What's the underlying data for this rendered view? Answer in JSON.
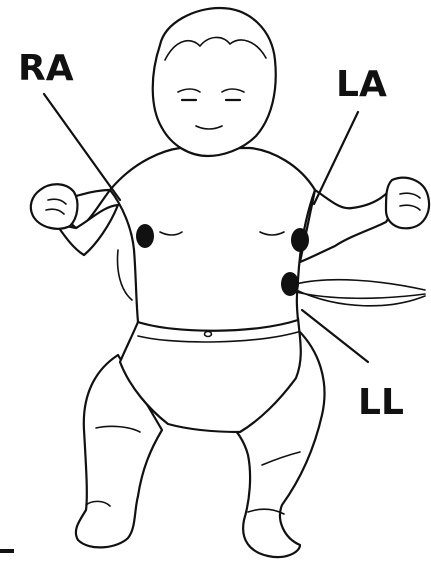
{
  "labels": {
    "ra": "RA",
    "la": "LA",
    "ll": "LL"
  },
  "colors": {
    "ink": "#111111",
    "electrode": "#111111",
    "background": "#ffffff"
  }
}
